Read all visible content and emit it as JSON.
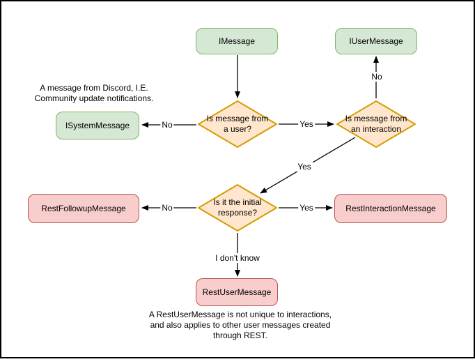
{
  "palette": {
    "green_fill": "#d5e8d4",
    "green_stroke": "#82b366",
    "orange_fill": "#ffe6cc",
    "orange_stroke": "#d79b00",
    "red_fill": "#f8cecc",
    "red_stroke": "#b85450",
    "edge_color": "#000000",
    "background": "#ffffff",
    "frame_border": "#000000"
  },
  "nodes": {
    "imessage": {
      "label": "IMessage",
      "shape": "rounded-rect",
      "color": "green"
    },
    "iusermessage": {
      "label": "IUserMessage",
      "shape": "rounded-rect",
      "color": "green"
    },
    "isystemmessage": {
      "label": "ISystemMessage",
      "shape": "rounded-rect",
      "color": "green"
    },
    "restfollowupmessage": {
      "label": "RestFollowupMessage",
      "shape": "rounded-rect",
      "color": "red"
    },
    "restinteractionmessage": {
      "label": "RestInteractionMessage",
      "shape": "rounded-rect",
      "color": "red"
    },
    "restusermessage": {
      "label": "RestUserMessage",
      "shape": "rounded-rect",
      "color": "red"
    },
    "q_from_user": {
      "label": "Is message from\na user?",
      "shape": "diamond",
      "color": "orange"
    },
    "q_from_interaction": {
      "label": "Is message from\nan interaction",
      "shape": "diamond",
      "color": "orange"
    },
    "q_initial_response": {
      "label": "Is it the initial\nresponse?",
      "shape": "diamond",
      "color": "orange"
    }
  },
  "edge_labels": {
    "user_no": "No",
    "user_yes": "Yes",
    "interaction_no": "No",
    "interaction_yes": "Yes",
    "initial_no": "No",
    "initial_yes": "Yes",
    "initial_unknown": "I don't know"
  },
  "annotations": {
    "system_note": "A message from Discord, I.E.\nCommunity update notifications.",
    "rest_user_note": "A RestUserMessage is not unique to interactions,\nand also applies to other user messages created\nthrough REST."
  }
}
